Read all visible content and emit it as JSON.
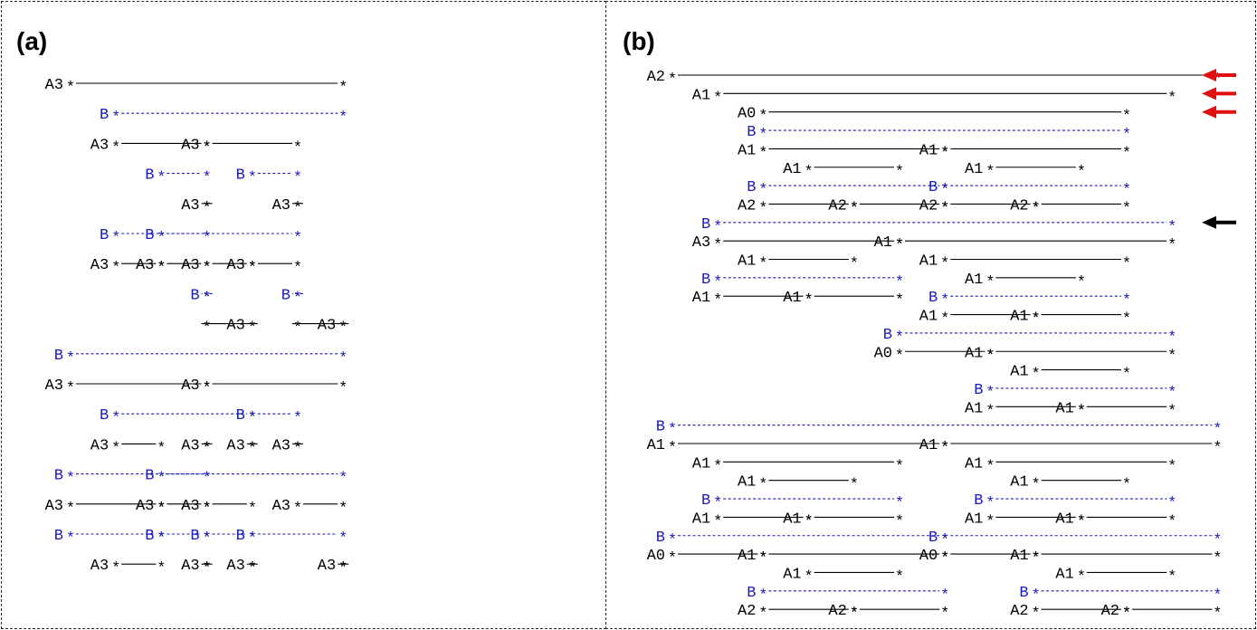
{
  "colors": {
    "a": "#000000",
    "b": "#1a1ab8",
    "red_arrow": "#e01010",
    "black_arrow": "#000000"
  },
  "panels": {
    "a_label": "(a)",
    "b_label": "(b)"
  },
  "diagram_a": {
    "rows": [
      [
        [
          "A3",
          "a",
          1,
          6
        ]
      ],
      [
        [
          "B",
          "b",
          2,
          6
        ]
      ],
      [
        [
          "A3",
          "a",
          2,
          3
        ],
        [
          "A3",
          "a",
          4,
          5
        ]
      ],
      [
        [
          "B",
          "b",
          3,
          3
        ],
        [
          "B",
          "b",
          5,
          5
        ]
      ],
      [
        [
          "A3",
          "a",
          4,
          3
        ],
        [
          "A3",
          "a",
          6,
          5
        ]
      ],
      [
        [
          "B",
          "b",
          2,
          3
        ],
        [
          "B",
          "b",
          3,
          5
        ]
      ],
      [
        [
          "A3",
          "a",
          2,
          2
        ],
        [
          "A3",
          "a",
          3,
          3
        ],
        [
          "A3",
          "a",
          4,
          4
        ],
        [
          "A3",
          "a",
          5,
          5
        ]
      ],
      [
        [
          "B",
          "b",
          4,
          3
        ],
        [
          "B",
          "b",
          6,
          5
        ]
      ],
      [
        [
          "A3",
          "a",
          5,
          3
        ],
        [
          "A3",
          "a",
          7,
          5
        ]
      ],
      [
        [
          "B",
          "b",
          1,
          6
        ]
      ],
      [
        [
          "A3",
          "a",
          1,
          3
        ],
        [
          "A3",
          "a",
          4,
          6
        ]
      ],
      [
        [
          "B",
          "b",
          2,
          4
        ],
        [
          "B",
          "b",
          5,
          5
        ]
      ],
      [
        [
          "A3",
          "a",
          2,
          2
        ],
        [
          "A3",
          "a",
          4,
          3
        ],
        [
          "A3",
          "a",
          5,
          4
        ],
        [
          "A3",
          "a",
          6,
          5
        ]
      ],
      [
        [
          "B",
          "b",
          1,
          3
        ],
        [
          "B",
          "b",
          3,
          6
        ]
      ],
      [
        [
          "A3",
          "a",
          1,
          2
        ],
        [
          "A3",
          "a",
          3,
          3
        ],
        [
          "A3",
          "a",
          4,
          4
        ],
        [
          "A3",
          "a",
          6,
          6
        ]
      ],
      [
        [
          "B",
          "b",
          1,
          2
        ],
        [
          "B",
          "b",
          3,
          3
        ],
        [
          "B",
          "b",
          4,
          4
        ],
        [
          "B",
          "b",
          5,
          6
        ]
      ],
      [
        [
          "A3",
          "a",
          2,
          2
        ],
        [
          "A3",
          "a",
          4,
          3
        ],
        [
          "A3",
          "a",
          5,
          4
        ],
        [
          "A3",
          "a",
          7,
          6
        ]
      ]
    ]
  },
  "diagram_b": {
    "rows": [
      [
        [
          "A2",
          "a",
          1,
          12
        ]
      ],
      [
        [
          "A1",
          "a",
          2,
          11
        ]
      ],
      [
        [
          "A0",
          "a",
          3,
          10
        ]
      ],
      [
        [
          "B",
          "b",
          3,
          10
        ]
      ],
      [
        [
          "A1",
          "a",
          3,
          6
        ],
        [
          "A1",
          "a",
          7,
          10
        ]
      ],
      [
        [
          "A1",
          "a",
          4,
          5
        ],
        [
          "A1",
          "a",
          8,
          9
        ]
      ],
      [
        [
          "B",
          "b",
          3,
          6
        ],
        [
          "B",
          "b",
          7,
          10
        ]
      ],
      [
        [
          "A2",
          "a",
          3,
          4
        ],
        [
          "A2",
          "a",
          5,
          6
        ],
        [
          "A2",
          "a",
          7,
          8
        ],
        [
          "A2",
          "a",
          9,
          10
        ]
      ],
      [
        [
          "B",
          "b",
          2,
          11
        ]
      ],
      [
        [
          "A3",
          "a",
          2,
          5
        ],
        [
          "A1",
          "a",
          6,
          11
        ]
      ],
      [
        [
          "A1",
          "a",
          3,
          4
        ],
        [
          "A1",
          "a",
          7,
          10
        ]
      ],
      [
        [
          "B",
          "b",
          2,
          5
        ],
        [
          "A1",
          "a",
          8,
          9
        ]
      ],
      [
        [
          "A1",
          "a",
          2,
          3
        ],
        [
          "A1",
          "a",
          4,
          5
        ],
        [
          "B",
          "b",
          7,
          10
        ]
      ],
      [
        [
          "A1",
          "a",
          7,
          8
        ],
        [
          "A1",
          "a",
          9,
          10
        ]
      ],
      [
        [
          "B",
          "b",
          6,
          11
        ]
      ],
      [
        [
          "A0",
          "a",
          6,
          7
        ],
        [
          "A1",
          "a",
          8,
          11
        ]
      ],
      [
        [
          "A1",
          "a",
          9,
          10
        ]
      ],
      [
        [
          "B",
          "b",
          8,
          11
        ]
      ],
      [
        [
          "A1",
          "a",
          8,
          9
        ],
        [
          "A1",
          "a",
          10,
          11
        ]
      ],
      [
        [
          "B",
          "b",
          1,
          12
        ]
      ],
      [
        [
          "A1",
          "a",
          1,
          6
        ],
        [
          "A1",
          "a",
          7,
          12
        ]
      ],
      [
        [
          "A1",
          "a",
          2,
          5
        ],
        [
          "A1",
          "a",
          8,
          11
        ]
      ],
      [
        [
          "A1",
          "a",
          3,
          4
        ],
        [
          "A1",
          "a",
          9,
          10
        ]
      ],
      [
        [
          "B",
          "b",
          2,
          5
        ],
        [
          "B",
          "b",
          8,
          11
        ]
      ],
      [
        [
          "A1",
          "a",
          2,
          3
        ],
        [
          "A1",
          "a",
          4,
          5
        ],
        [
          "A1",
          "a",
          8,
          9
        ],
        [
          "A1",
          "a",
          10,
          11
        ]
      ],
      [
        [
          "B",
          "b",
          1,
          6
        ],
        [
          "B",
          "b",
          7,
          12
        ]
      ],
      [
        [
          "A0",
          "a",
          1,
          2
        ],
        [
          "A1",
          "a",
          3,
          6
        ],
        [
          "A0",
          "a",
          7,
          8
        ],
        [
          "A1",
          "a",
          9,
          12
        ]
      ],
      [
        [
          "A1",
          "a",
          4,
          5
        ],
        [
          "A1",
          "a",
          10,
          11
        ]
      ],
      [
        [
          "B",
          "b",
          3,
          6
        ],
        [
          "B",
          "b",
          9,
          12
        ]
      ],
      [
        [
          "A2",
          "a",
          3,
          4
        ],
        [
          "A2",
          "a",
          5,
          6
        ],
        [
          "A2",
          "a",
          9,
          10
        ],
        [
          "A2",
          "a",
          11,
          12
        ]
      ]
    ],
    "arrows": [
      {
        "row": 0,
        "color": "red"
      },
      {
        "row": 1,
        "color": "red"
      },
      {
        "row": 2,
        "color": "red"
      },
      {
        "row": 8,
        "color": "black"
      }
    ]
  }
}
